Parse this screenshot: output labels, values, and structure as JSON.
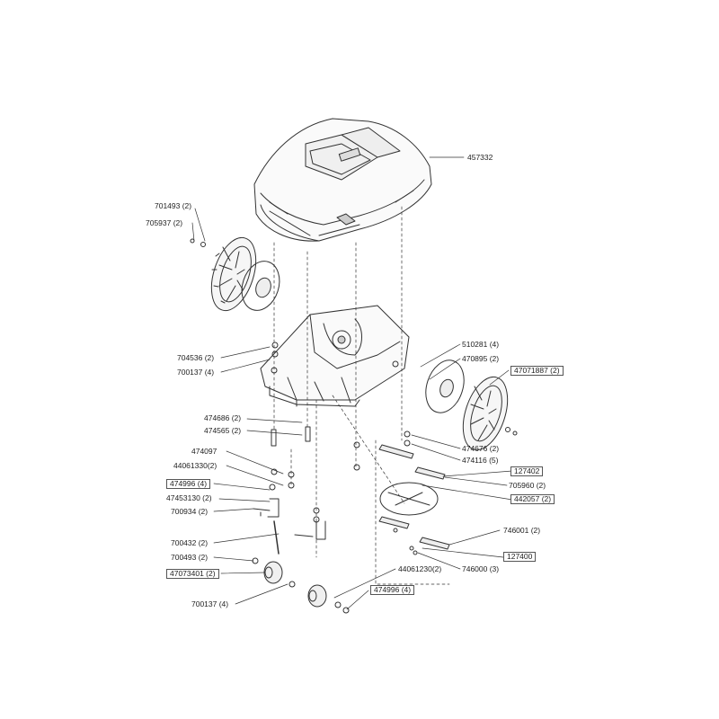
{
  "labels": {
    "top_cover": "457332",
    "l_701493": "701493 (2)",
    "l_705937": "705937 (2)",
    "l_704536": "704536 (2)",
    "l_700137a": "700137 (4)",
    "l_510281": "510281 (4)",
    "l_470895": "470895 (2)",
    "l_47071887": "47071887 (2)",
    "l_474686": "474686 (2)",
    "l_474565": "474565 (2)",
    "l_474097": "474097",
    "l_44061330": "44061330(2)",
    "l_474996a": "474996 (4)",
    "l_47453130": "47453130 (2)",
    "l_700934": "700934 (2)",
    "l_700432": "700432 (2)",
    "l_700493": "700493 (2)",
    "l_47073401": "47073401 (2)",
    "l_700137b": "700137 (4)",
    "l_44061230": "44061230(2)",
    "l_474996b": "474996 (4)",
    "l_474676": "474676 (2)",
    "l_474116": "474116 (5)",
    "l_127402": "127402",
    "l_705960": "705960 (2)",
    "l_442057": "442057 (2)",
    "l_746001": "746001 (2)",
    "l_127400": "127400",
    "l_746000": "746000 (3)"
  },
  "colors": {
    "line": "#333333",
    "boxed_border": "#555555"
  }
}
